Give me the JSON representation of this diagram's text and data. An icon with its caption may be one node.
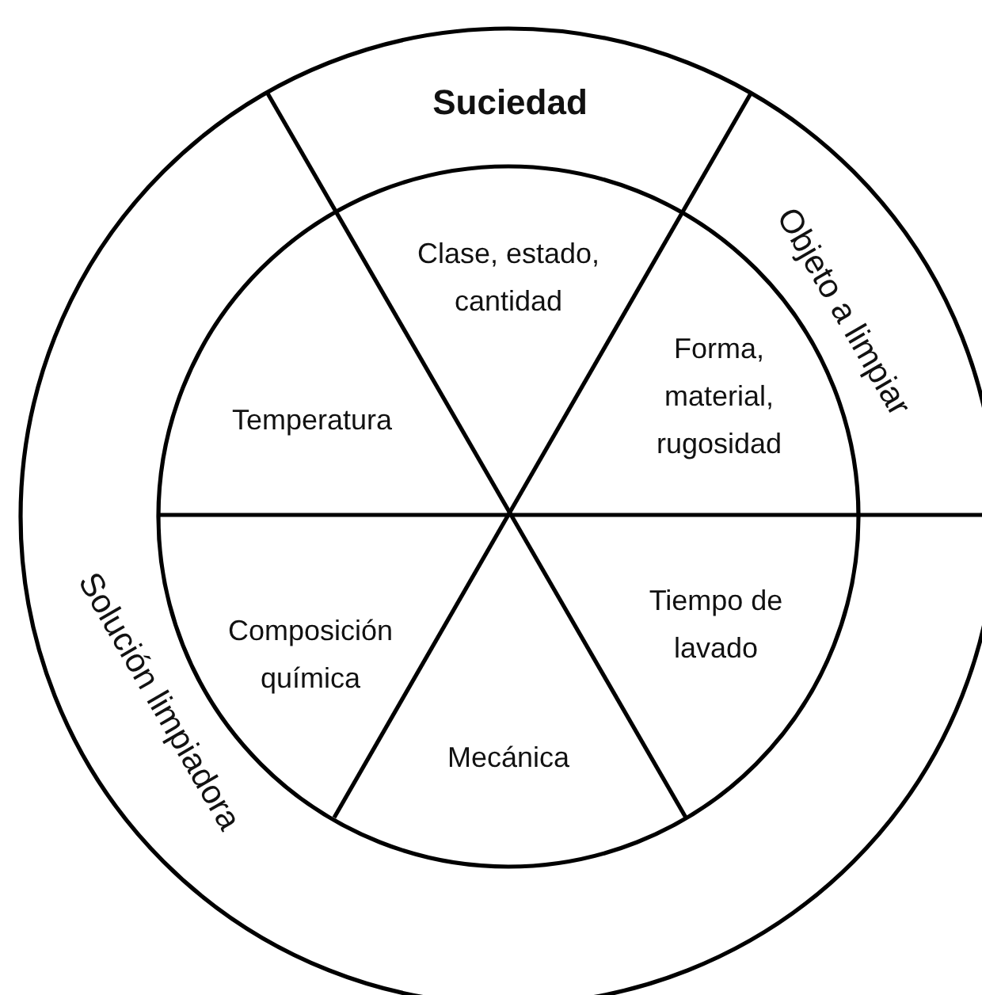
{
  "diagram": {
    "nodes": [
      {
        "text": [
          "Suciedad"
        ]
      },
      {
        "text": [
          "Objeto a limpiar"
        ]
      },
      {
        "text": [
          "Solución limpiadora"
        ]
      },
      {
        "text": [
          "Clase, estado, cantidad"
        ]
      },
      {
        "text": [
          "Temperatura"
        ]
      },
      {
        "text": [
          "Forma, material, rugosidad"
        ]
      },
      {
        "text": [
          "Composición química"
        ]
      },
      {
        "text": [
          "Tiempo de lavado"
        ]
      },
      {
        "text": [
          "Mecánica"
        ]
      }
    ]
  }
}
